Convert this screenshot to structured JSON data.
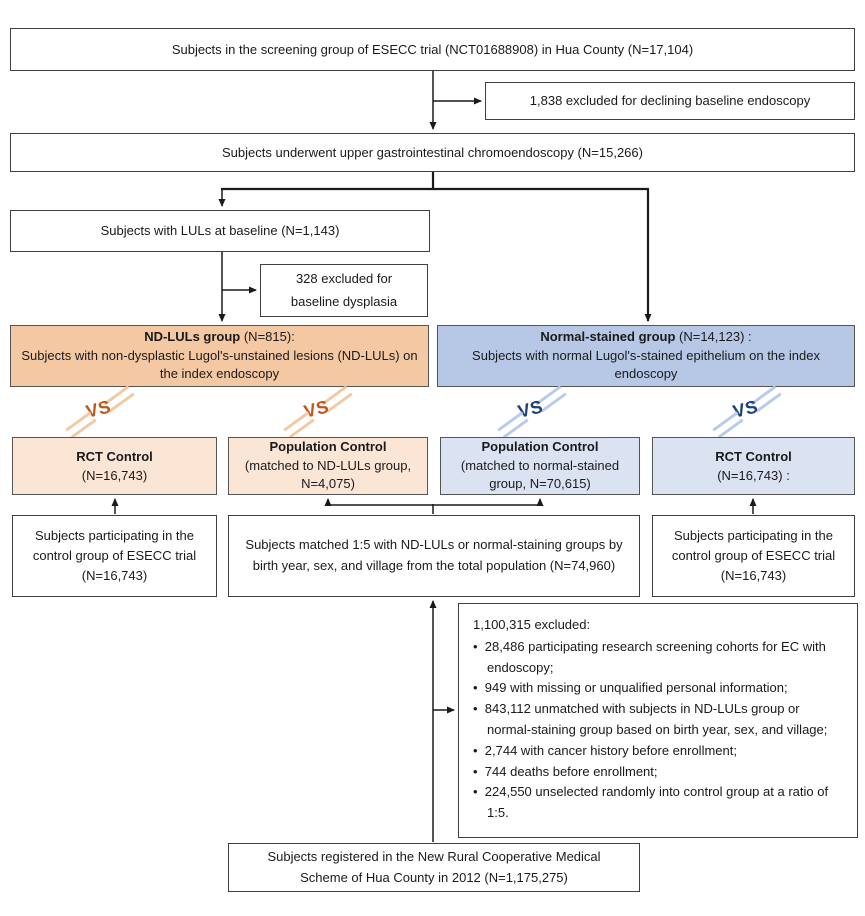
{
  "vs_label": "VS",
  "colors": {
    "group_orange": "#f5c8a4",
    "control_orange": "#fbe5d5",
    "group_blue": "#b6c8e5",
    "control_blue": "#dbe3f2",
    "vs_orange": "#c0561c",
    "vs_blue": "#1f3f77",
    "line": "#1a1a1a"
  },
  "boxes": {
    "screening": {
      "text": "Subjects in the screening group of ESECC trial (NCT01688908) in Hua County (N=17,104)"
    },
    "excl_baseline": {
      "text": "1,838 excluded for declining baseline endoscopy"
    },
    "chromoendoscopy": {
      "text": "Subjects underwent upper gastrointestinal chromoendoscopy (N=15,266)"
    },
    "luls_baseline": {
      "text": "Subjects with LULs at baseline (N=1,143)"
    },
    "excl_dysplasia": {
      "line1": "328 excluded for",
      "line2": "baseline dysplasia"
    },
    "ndluls_group": {
      "title": "ND-LULs group",
      "title_suffix": " (N=815):",
      "body": "Subjects with non-dysplastic Lugol's-unstained lesions (ND-LULs) on the index endoscopy"
    },
    "normal_group": {
      "title": "Normal-stained group",
      "title_suffix": " (N=14,123) :",
      "body": "Subjects with normal Lugol's-stained epithelium on the index endoscopy"
    },
    "rct_control_left": {
      "title": "RCT Control",
      "body": "(N=16,743)"
    },
    "pop_control_left": {
      "title": "Population Control",
      "body": "(matched to ND-LULs group, N=4,075)"
    },
    "pop_control_right": {
      "title": "Population Control",
      "body": "(matched to normal-stained group, N=70,615)"
    },
    "rct_control_right": {
      "title": "RCT Control",
      "body": "(N=16,743) :"
    },
    "esecc_left": {
      "text": "Subjects participating in the control group of ESECC trial (N=16,743)"
    },
    "matched": {
      "text": "Subjects matched 1:5 with ND-LULs or normal-staining groups by birth year, sex, and village from the total population (N=74,960)"
    },
    "esecc_right": {
      "text": "Subjects participating in the control group of ESECC trial (N=16,743)"
    },
    "excl_big": {
      "header": "1,100,315 excluded:",
      "bullets": [
        "28,486 participating research screening cohorts for EC with endoscopy;",
        "949 with missing or unqualified personal information;",
        "843,112 unmatched with subjects in ND-LULs group or normal-staining group based on birth year, sex, and village;",
        "2,744 with cancer history before enrollment;",
        "744 deaths before enrollment;",
        "224,550 unselected randomly into control group at a ratio of 1:5."
      ]
    },
    "nrcms": {
      "text": "Subjects registered in the New Rural Cooperative Medical Scheme of Hua County in 2012 (N=1,175,275)"
    }
  }
}
